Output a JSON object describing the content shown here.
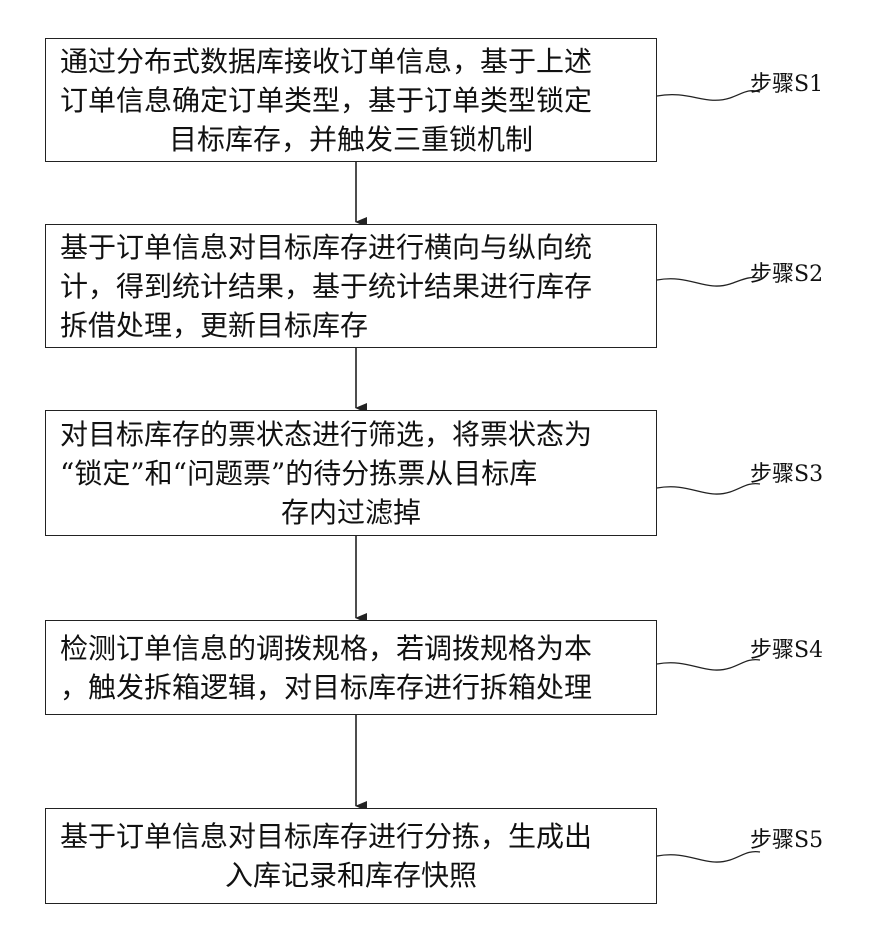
{
  "steps": [
    {
      "label": "步骤S1",
      "lines": [
        "通过分布式数据库接收订单信息，基于上述",
        "订单信息确定订单类型，基于订单类型锁定",
        "目标库存，并触发三重锁机制"
      ]
    },
    {
      "label": "步骤S2",
      "lines": [
        "基于订单信息对目标库存进行横向与纵向统",
        "计，得到统计结果，基于统计结果进行库存",
        "拆借处理，更新目标库存"
      ]
    },
    {
      "label": "步骤S3",
      "lines": [
        "对目标库存的票状态进行筛选，将票状态为",
        "“锁定”和“问题票”的待分拣票从目标库",
        "存内过滤掉"
      ]
    },
    {
      "label": "步骤S4",
      "lines": [
        "检测订单信息的调拨规格，若调拨规格为本",
        "，触发拆箱逻辑，对目标库存进行拆箱处理"
      ]
    },
    {
      "label": "步骤S5",
      "lines": [
        "基于订单信息对目标库存进行分拣，生成出",
        "入库记录和库存快照"
      ]
    }
  ],
  "colors": {
    "stroke": "#222222",
    "text": "#111111",
    "background": "#ffffff"
  }
}
